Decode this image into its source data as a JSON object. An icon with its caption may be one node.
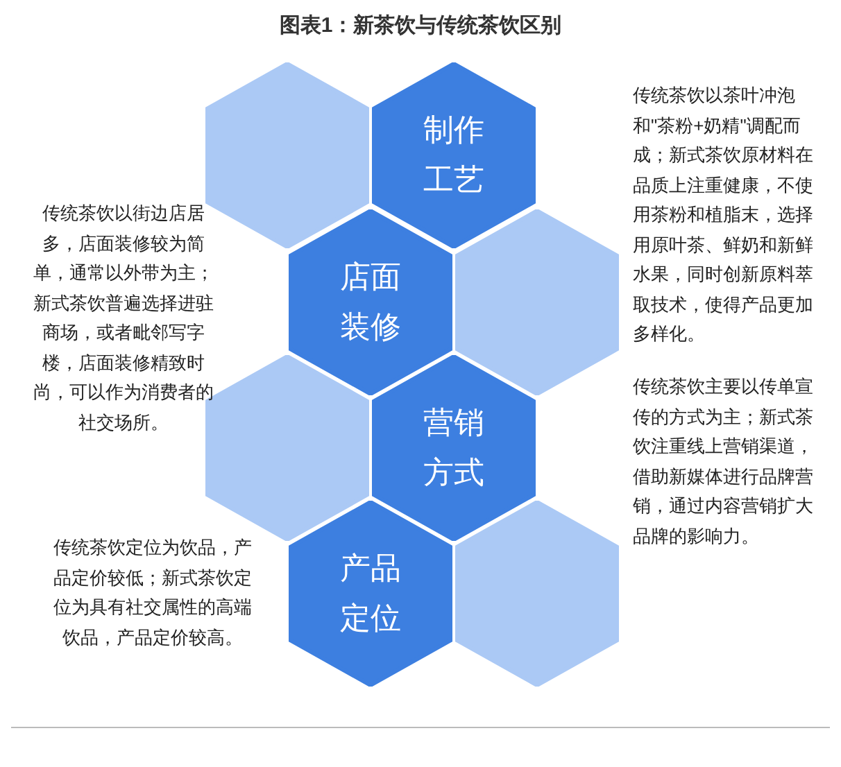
{
  "diagram": {
    "title": "图表1：新茶饮与传统茶饮区别",
    "nodes": [
      {
        "text": [],
        "shape": "hexagon"
      },
      {
        "text": [
          "制作工艺"
        ]
      },
      {
        "text": [
          "店面装修"
        ]
      },
      {
        "text": [],
        "shape": "hexagon"
      },
      {
        "text": [],
        "shape": "hexagon"
      },
      {
        "text": [
          "营销方式"
        ]
      },
      {
        "text": [
          "产品定位"
        ]
      },
      {
        "text": [],
        "shape": "hexagon"
      }
    ],
    "edges": [],
    "labels": [
      "传统茶饮以茶叶冲泡和\"茶粉+奶精\"调配而成；新式茶饮原材料在品质上注重健康，不使用茶粉和植脂末，选择用原叶茶、鲜奶和新鲜水果，同时创新原料萃取技术，使得产品更加多样化。",
      "传统茶饮以街边店居多，店面装修较为简单，通常以外带为主；新式茶饮普遍选择进驻商场，或者毗邻写字楼，店面装修精致时尚，可以作为消费者的社交场所。",
      "传统茶饮主要以传单宣传的方式为主；新式茶饮注重线上营销渠道，借助新媒体进行品牌营销，通过内容营销扩大品牌的影响力。",
      "传统茶饮定位为饮品，产品定价较低；新式茶饮定位为具有社交属性的高端饮品，产品定价较高。"
    ]
  }
}
